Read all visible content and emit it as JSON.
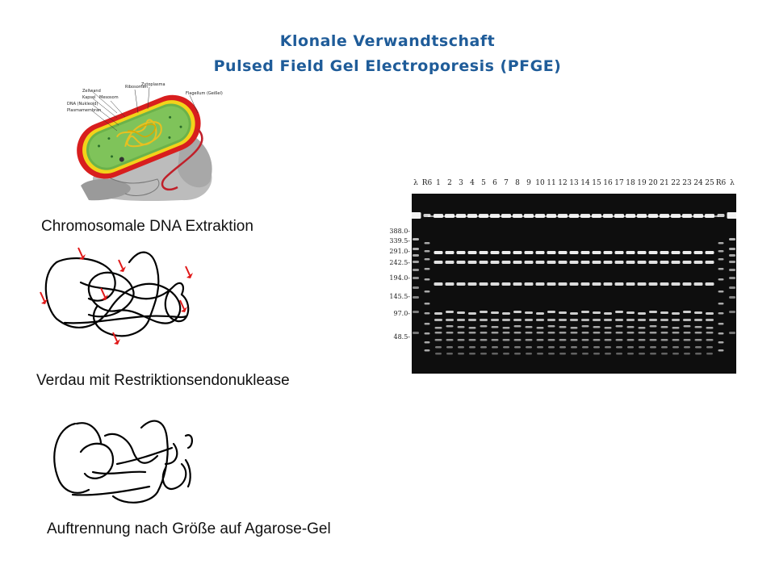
{
  "title": {
    "line1": "Klonale Verwandtschaft",
    "line2": "Pulsed Field Gel Electroporesis (PFGE)"
  },
  "bacterium": {
    "labels": [
      "Zellwand",
      "Kapsel",
      "DNA (Nukleoid)",
      "Plasmamembran",
      "Mesosom",
      "Ribosomen",
      "Zytoplasma",
      "Flagellum (Geißel)"
    ]
  },
  "steps": [
    {
      "caption": "Chromosomale DNA Extraktion"
    },
    {
      "caption": "Verdau mit Restriktionsendonuklease"
    },
    {
      "caption": "Auftrennung nach Größe auf Agarose-Gel"
    }
  ],
  "gel": {
    "lanes": [
      "λ",
      "R6",
      "1",
      "2",
      "3",
      "4",
      "5",
      "6",
      "7",
      "8",
      "9",
      "10",
      "11",
      "12",
      "13",
      "14",
      "15",
      "16",
      "17",
      "18",
      "19",
      "20",
      "21",
      "22",
      "23",
      "24",
      "25",
      "R6",
      "λ"
    ],
    "size_markers": [
      "388.0-",
      "339.5-",
      "291.0-",
      "242.5-",
      "194.0-",
      "145.5-",
      "97.0-",
      "48.5-"
    ]
  }
}
